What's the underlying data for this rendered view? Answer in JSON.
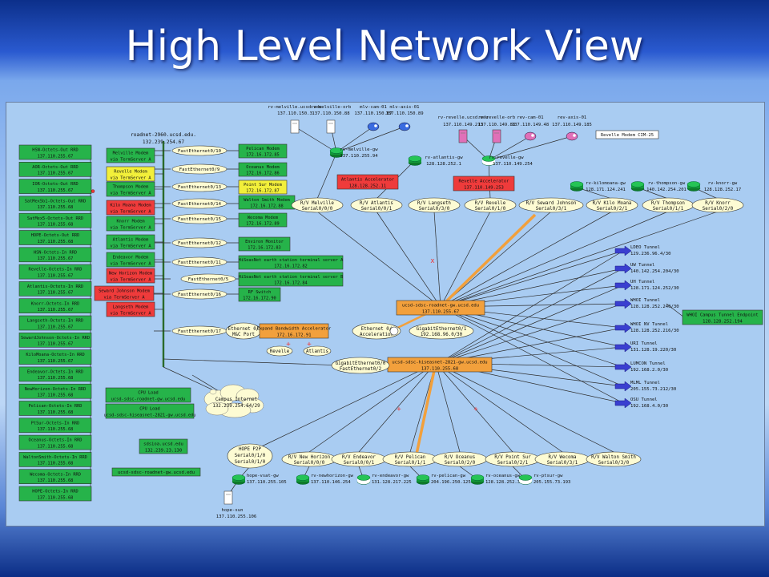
{
  "title": "High Level Network View",
  "colors": {
    "bg": "#a9ccf2",
    "green": "#26b34a",
    "yellow": "#f2ef3a",
    "red": "#ef3b3b",
    "orange": "#f2a03c",
    "node": "#fdfbd3",
    "tunnel": "#3a3fd0",
    "line": "#2d2d2d"
  },
  "left_rrd": [
    {
      "name": "HSN-Octets-Out RRD",
      "ip": "137.110.255.67",
      "marker": false
    },
    {
      "name": "AOR-Octets-Out RRD",
      "ip": "137.110.255.67",
      "marker": false
    },
    {
      "name": "IOR-Octets-Out RRD",
      "ip": "137.110.255.67",
      "marker": true
    },
    {
      "name": "SatMex5b1-Octets-Out RRD",
      "ip": "137.110.255.68",
      "marker": false
    },
    {
      "name": "SatMex5-Octets-Out RRD",
      "ip": "137.110.255.68",
      "marker": false
    },
    {
      "name": "HOPE-Octets-Out RRD",
      "ip": "137.110.255.68",
      "marker": false
    },
    {
      "name": "HSN-Octets-In RRD",
      "ip": "137.110.255.67",
      "marker": false
    },
    {
      "name": "Revelle-Octets-In RRD",
      "ip": "137.110.255.67",
      "marker": false
    },
    {
      "name": "Atlantis-Octets-In RRD",
      "ip": "137.110.255.67",
      "marker": false
    },
    {
      "name": "Knorr-Octets-In RRD",
      "ip": "137.110.255.67",
      "marker": false
    },
    {
      "name": "Langseth-Octets-In RRD",
      "ip": "137.110.255.67",
      "marker": false
    },
    {
      "name": "SewardJohnson-Octets-In RRD",
      "ip": "137.110.255.67",
      "marker": false
    },
    {
      "name": "KiloMoana-Octets-In RRD",
      "ip": "137.110.255.67",
      "marker": false
    },
    {
      "name": "Endeavor-Octets-In RRD",
      "ip": "137.110.255.68",
      "marker": false
    },
    {
      "name": "NewHorizon-Octets-In RRD",
      "ip": "137.110.255.68",
      "marker": false
    },
    {
      "name": "Pelican-Octets-In RRD",
      "ip": "137.110.255.68",
      "marker": false
    },
    {
      "name": "PtSur-Octets-In RRD",
      "ip": "137.110.255.68",
      "marker": false
    },
    {
      "name": "Oceanus-Octets-In RRD",
      "ip": "137.110.255.68",
      "marker": false
    },
    {
      "name": "WaltonSmith-Octets-In RRD",
      "ip": "137.110.255.68",
      "marker": false
    },
    {
      "name": "Wecoma-Octets-In RRD",
      "ip": "137.110.255.68",
      "marker": false
    },
    {
      "name": "HOPE-Octets-In RRD",
      "ip": "137.110.255.68",
      "marker": false
    }
  ],
  "rack": {
    "name": "roadnet-2960.ucsd.edu.",
    "ip": "132.239.254.67"
  },
  "modems_left": [
    {
      "line1": "Melville Modem",
      "line2": "via TermServer A",
      "color": "green"
    },
    {
      "line1": "Revelle Modem",
      "line2": "via TermServer A",
      "color": "yellow"
    },
    {
      "line1": "Thompson Modem",
      "line2": "via TermServer A",
      "color": "green"
    },
    {
      "line1": "Kilo Moana Modem",
      "line2": "via TermServer A",
      "color": "red"
    },
    {
      "line1": "Knorr Modem",
      "line2": "via TermServer A",
      "color": "green"
    },
    {
      "line1": "Atlantis Modem",
      "line2": "via TermServer A",
      "color": "green"
    },
    {
      "line1": "Endeavor Modem",
      "line2": "via TermServer A",
      "color": "green"
    },
    {
      "line1": "New Horizon Modem",
      "line2": "via TermServer A",
      "color": "red"
    },
    {
      "line1": "Seward Johnson Modem",
      "line2": "via TermServer A",
      "color": "red"
    },
    {
      "line1": "Langseth Modem",
      "line2": "via TermServer A",
      "color": "red"
    }
  ],
  "ports": [
    "FastEthernet0/10",
    "FastEthernet0/9",
    "FastEthernet0/13",
    "FastEthernet0/14",
    "FastEthernet0/15",
    "FastEthernet0/12",
    "FastEthernet0/11",
    "FastEthernet0/5",
    "FastEthernet0/16",
    "FastEthernet0/17"
  ],
  "devices_right": [
    {
      "line1": "Pelican Modem",
      "line2": "172.16.172.85",
      "color": "green"
    },
    {
      "line1": "Oceanus Modem",
      "line2": "172.16.172.86",
      "color": "green"
    },
    {
      "line1": "Point Sur Modem",
      "line2": "172.16.172.87",
      "color": "yellow"
    },
    {
      "line1": "Walton Smith Modem",
      "line2": "172.16.172.88",
      "color": "green"
    },
    {
      "line1": "Wecoma Modem",
      "line2": "172.16.172.89",
      "color": "green"
    },
    {
      "line1": "Environ Monitor",
      "line2": "172.16.172.83",
      "color": "green"
    },
    {
      "line1": "HiSeasNet earth station terminal server A",
      "line2": "172.16.172.82",
      "color": "green"
    },
    {
      "line1": "HiSeasNet earth station terminal server B",
      "line2": "172.16.172.84",
      "color": "green"
    },
    {
      "line1": "RF Switch",
      "line2": "172.16.172.90",
      "color": "green"
    }
  ],
  "expand": {
    "eth_left": "Ethernet 0/",
    "mc_port": "M&C Port",
    "acc_line1": "Expand Bandwidth Accelerator",
    "acc_line2": "172.16.172.91",
    "eth_right1": "Ethernet 0/",
    "eth_right2": "Acceleration",
    "gig1": "GigabitEthernet0/1",
    "gig2": "192.168.96.0/30",
    "revelle": "Revelle",
    "atlantis": "Atlantis"
  },
  "top_hosts": [
    {
      "name": "rv-melville.ucsd.edu",
      "ip": "137.110.150.3"
    },
    {
      "name": "rv-melville-orb",
      "ip": "137.110.150.88"
    },
    {
      "name": "mlv-cam-01",
      "ip": "137.110.150.87"
    },
    {
      "name": "mlv-axis-01",
      "ip": "137.110.150.89"
    }
  ],
  "melville_gw": {
    "name": "rv-melville-gw",
    "ip": "137.110.255.94"
  },
  "atlantis_gw": {
    "name": "rv-atlantis-gw",
    "ip": "128.128.252.1"
  },
  "atlantis_acc": {
    "line1": "Atlantis Accelerator",
    "line2": "128.128.252.11"
  },
  "revelle_hosts": [
    {
      "name": "rv-revelle.ucsd.edu",
      "ip": "137.110.149.213"
    },
    {
      "name": "rv-revelle-orb",
      "ip": "137.110.149.88"
    },
    {
      "name": "rev-cam-01",
      "ip": "137.110.149.48"
    },
    {
      "name": "rev-axis-01",
      "ip": "137.110.149.185"
    }
  ],
  "revelle_gw": {
    "name": "rv-revelle-gw",
    "ip": "137.110.149.254"
  },
  "revelle_cim": "Revelle Modem CIM-25",
  "revelle_acc": {
    "line1": "Revelle Accelerator",
    "line2": "137.110.149.253"
  },
  "gws_top_right": [
    {
      "name": "rv-kilomoana-gw",
      "ip": "128.171.124.241"
    },
    {
      "name": "rv-thompson-gw",
      "ip": "140.142.254.201"
    },
    {
      "name": "rv-knorr-gw",
      "ip": "128.128.252.17"
    }
  ],
  "top_nodes": [
    {
      "line1": "R/V Melville",
      "line2": "Serial0/0/0"
    },
    {
      "line1": "R/V Atlantis",
      "line2": "Serial0/0/1"
    },
    {
      "line1": "R/V Langseth",
      "line2": "Serial0/3/0"
    },
    {
      "line1": "R/V Revelle",
      "line2": "Serial0/1/0"
    },
    {
      "line1": "R/V Seward Johnson",
      "line2": "Serial0/3/1"
    },
    {
      "line1": "R/V Kilo Moana",
      "line2": "Serial0/2/1"
    },
    {
      "line1": "R/V Thompson",
      "line2": "Serial0/1/1"
    },
    {
      "line1": "R/V Knorr",
      "line2": "Serial0/2/0"
    }
  ],
  "roadnet_gw": {
    "line1": "ucsd-sdsc-roadnet-gw.ucsd.edu",
    "line2": "137.110.255.67"
  },
  "hiseasnet_gw": {
    "line1": "ucsd-sdsc-hiseasnet-2821-gw.ucsd.edu",
    "line2": "137.110.255.68"
  },
  "gig_node": {
    "line1": "GigabitEthernet0/0",
    "line2": "FastEthernet0/2"
  },
  "tunnels": [
    {
      "name": "LDEO Tunnel",
      "ip": "129.236.96.4/30"
    },
    {
      "name": "UW Tunnel",
      "ip": "140.142.254.204/30"
    },
    {
      "name": "UH Tunnel",
      "ip": "128.171.124.252/30"
    },
    {
      "name": "WHOI Tunnel",
      "ip": "128.128.252.240/30"
    },
    {
      "name": "WHOI NV Tunnel",
      "ip": "128.128.252.216/30"
    },
    {
      "name": "URI Tunnel",
      "ip": "131.128.19.220/30"
    },
    {
      "name": "LUMCON Tunnel",
      "ip": "192.168.2.0/30"
    },
    {
      "name": "MLML Tunnel",
      "ip": "205.155.73.212/30"
    },
    {
      "name": "OSU Tunnel",
      "ip": "192.168.4.0/30"
    }
  ],
  "whoi_endpoint": {
    "line1": "WHOI Campus Tunnel Endpoint",
    "line2": "128.128.252.194"
  },
  "campus_internet": {
    "line1": "Campus Internet",
    "line2": "132.239.254.64/29"
  },
  "cpu_loads": [
    {
      "line1": "CPU Load",
      "line2": "ucsd-sdsc-roadnet-gw.ucsd.edu"
    },
    {
      "line1": "CPU Load",
      "line2": "ucsd-sdsc-hiseasnet-2821-gw.ucsd.edu"
    }
  ],
  "sdsioa": {
    "name": "sdsioa.ucsd.edu",
    "ip": "132.239.23.130"
  },
  "roadnet_link": "ucsd-sdsc-roadnet-gw.ucsd.edu",
  "bottom_nodes": [
    {
      "line1": "HOPE P2P",
      "line2": "Serial0/1/0",
      "line3": "Serial0/1/0"
    },
    {
      "line1": "R/V New Horizon",
      "line2": "Serial0/0/0"
    },
    {
      "line1": "R/V Endeavor",
      "line2": "Serial0/0/1"
    },
    {
      "line1": "R/V Pelican",
      "line2": "Serial0/1/1"
    },
    {
      "line1": "R/V Oceanus",
      "line2": "Serial0/2/0"
    },
    {
      "line1": "R/V Point Sur",
      "line2": "Serial0/2/1"
    },
    {
      "line1": "R/V Wecoma",
      "line2": "Serial0/3/1"
    },
    {
      "line1": "R/V Walton Smith",
      "line2": "Serial0/3/0"
    }
  ],
  "bottom_gws": [
    {
      "name": "hope-vsat-gw",
      "ip": "137.110.255.105"
    },
    {
      "name": "rv-newhorizon-gw",
      "ip": "137.110.146.254"
    },
    {
      "name": "rv-endeavor-gw",
      "ip": "131.128.217.225"
    },
    {
      "name": "rv-pelican-gw",
      "ip": "204.196.250.125"
    },
    {
      "name": "rv-oceanus-gw",
      "ip": "128.128.252.33"
    },
    {
      "name": "rv-ptsur-gw",
      "ip": "205.155.73.193"
    }
  ],
  "hope_sun": {
    "name": "hope-sun",
    "ip": "137.110.255.106"
  }
}
